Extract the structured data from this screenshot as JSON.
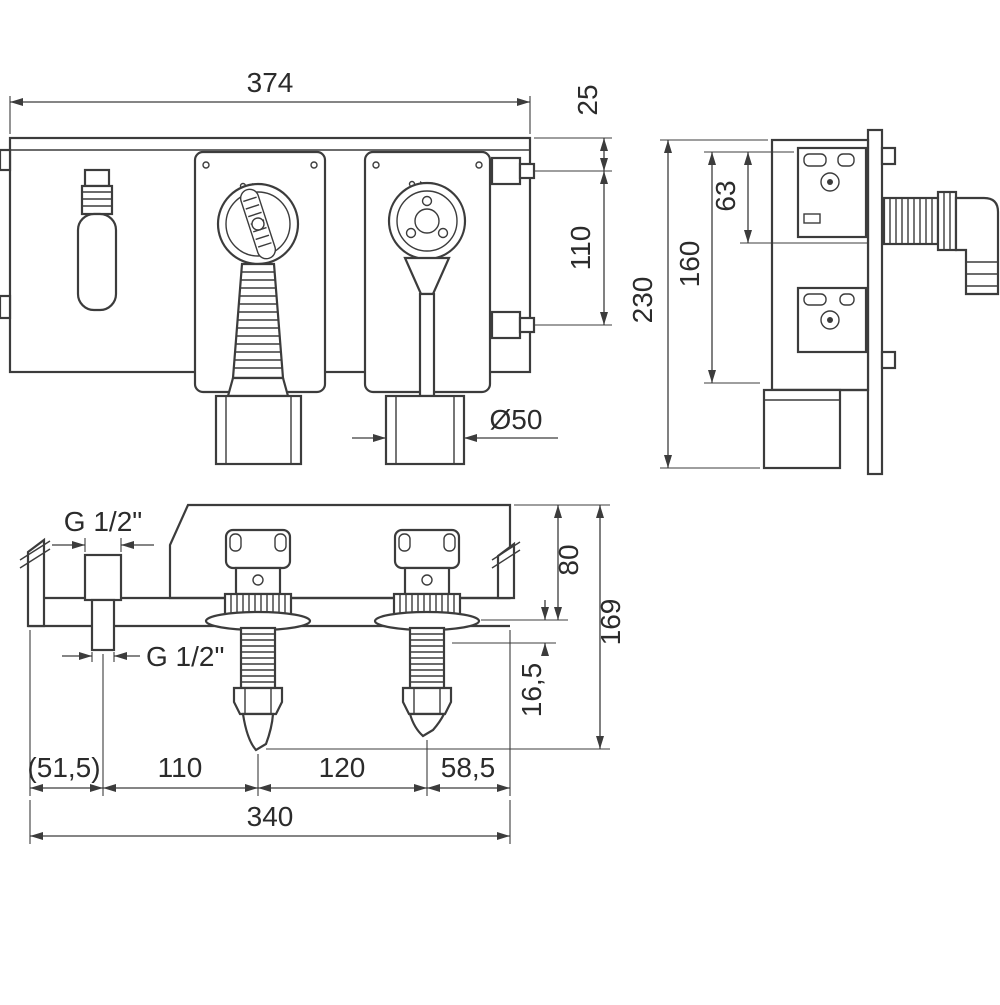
{
  "views": {
    "front": {
      "width": "374",
      "mount_offset": "25",
      "mount_spacing": "110",
      "outlet_diameter": "Ø50"
    },
    "side": {
      "height": "230",
      "mount_height": "160",
      "top_offset": "63"
    },
    "bottom": {
      "thread_top": "G 1/2\"",
      "thread_front": "G 1/2\"",
      "body_height": "80",
      "flange_offset": "16,5",
      "total_height": "169",
      "left_offset": "(51,5)",
      "pitch_left": "110",
      "pitch_center": "120",
      "pitch_right": "58,5",
      "total_width": "340"
    }
  }
}
